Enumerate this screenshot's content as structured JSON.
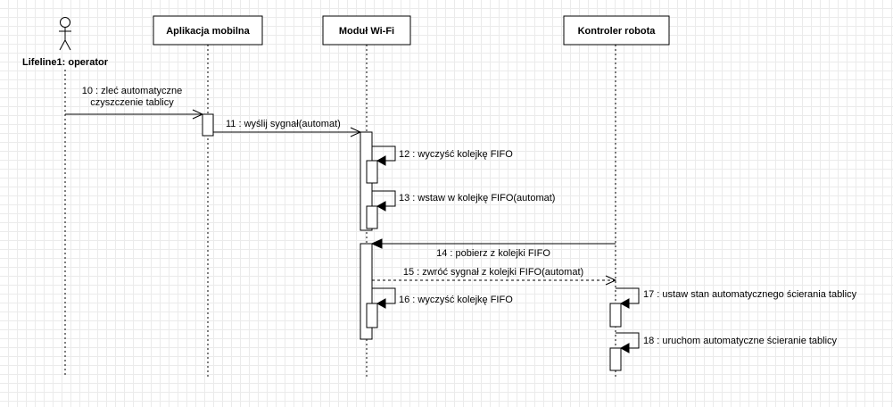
{
  "diagram": {
    "actor": {
      "name": "Lifeline1: operator"
    },
    "lifelines": [
      {
        "name": "Aplikacja mobilna"
      },
      {
        "name": "Moduł Wi-Fi"
      },
      {
        "name": "Kontroler robota"
      }
    ],
    "messages": [
      {
        "id": "10",
        "label_line1": "10 : zleć automatyczne",
        "label_line2": "czyszczenie tablicy"
      },
      {
        "id": "11",
        "label": "11 : wyślij sygnał(automat)"
      },
      {
        "id": "12",
        "label": "12 : wyczyść kolejkę FIFO"
      },
      {
        "id": "13",
        "label": "13 : wstaw w kolejkę FIFO(automat)"
      },
      {
        "id": "14",
        "label": "14 : pobierz z kolejki FIFO"
      },
      {
        "id": "15",
        "label": "15 : zwróć sygnał z kolejki FIFO(automat)"
      },
      {
        "id": "16",
        "label": "16 : wyczyść kolejkę FIFO"
      },
      {
        "id": "17",
        "label": "17 : ustaw stan automatycznego ścierania tablicy"
      },
      {
        "id": "18",
        "label": "18 : uruchom automatyczne ścieranie tablicy"
      }
    ]
  }
}
